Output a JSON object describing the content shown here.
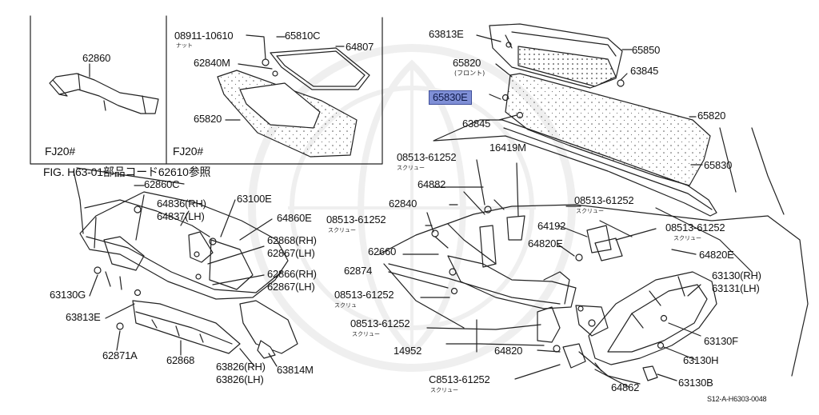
{
  "insets": {
    "left_tag": "FJ20#",
    "right_tag": "FJ20#"
  },
  "fig_note": "FIG. H63-01部品コード62610参照",
  "labels": {
    "p62860": "62860",
    "p08911": "08911-10610",
    "p08911_sub": "ナット",
    "p65810c": "65810C",
    "p64807": "64807",
    "p62840m": "62840M",
    "p65820_inset": "65820",
    "p63813e_top": "63813E",
    "p65850": "65850",
    "p65820_front": "65820",
    "p65820_front_sub": "(フロント)",
    "p63845_r": "63845",
    "p65830e": "65830E",
    "p63845_l": "63845",
    "p65820": "65820",
    "p16419m": "16419M",
    "p08513_a": "08513-61252",
    "p08513_a_sub": "スクリュー",
    "p65830": "65830",
    "p64882": "64882",
    "p08513_b": "08513-61252",
    "p08513_b_sub": "スクリュー",
    "p62840": "62840",
    "p64192": "64192",
    "p08513_c": "08513-61252",
    "p08513_c_sub": "スクリュー",
    "p64820e_a": "64820E",
    "p08513_d": "08513-61252",
    "p08513_d_sub": "スクリュー",
    "p62660": "62660",
    "p64820e_b": "64820E",
    "p62874": "62874",
    "p08513_e": "08513-61252",
    "p08513_e_sub": "スクリュ",
    "p63130rh": "63130(RH)",
    "p63131lh": "63131(LH)",
    "p08513_f": "08513-61252",
    "p08513_f_sub": "スクリュー",
    "p14952": "14952",
    "p64820": "64820",
    "p63130f": "63130F",
    "p63130h": "63130H",
    "p08513_g": "C8513-61252",
    "p08513_g_sub": "スクリュー",
    "p64862": "64862",
    "p63130b": "63130B",
    "p62860c": "62860C",
    "p64836rh": "64836(RH)",
    "p64837lh": "64837(LH)",
    "p63100e": "63100E",
    "p64860e": "64860E",
    "p62868rh": "62868(RH)",
    "p62867lh_a": "62867(LH)",
    "p62866rh": "62866(RH)",
    "p62867lh_b": "62867(LH)",
    "p63130g": "63130G",
    "p63813e_low": "63813E",
    "p62871a": "62871A",
    "p62868": "62868",
    "p63825rh": "63826(RH)",
    "p63826lh": "63826(LH)",
    "p63814m": "63814M",
    "ref_code": "S12-A-H6303-0048"
  },
  "highlight_color": "#7f8fd6"
}
